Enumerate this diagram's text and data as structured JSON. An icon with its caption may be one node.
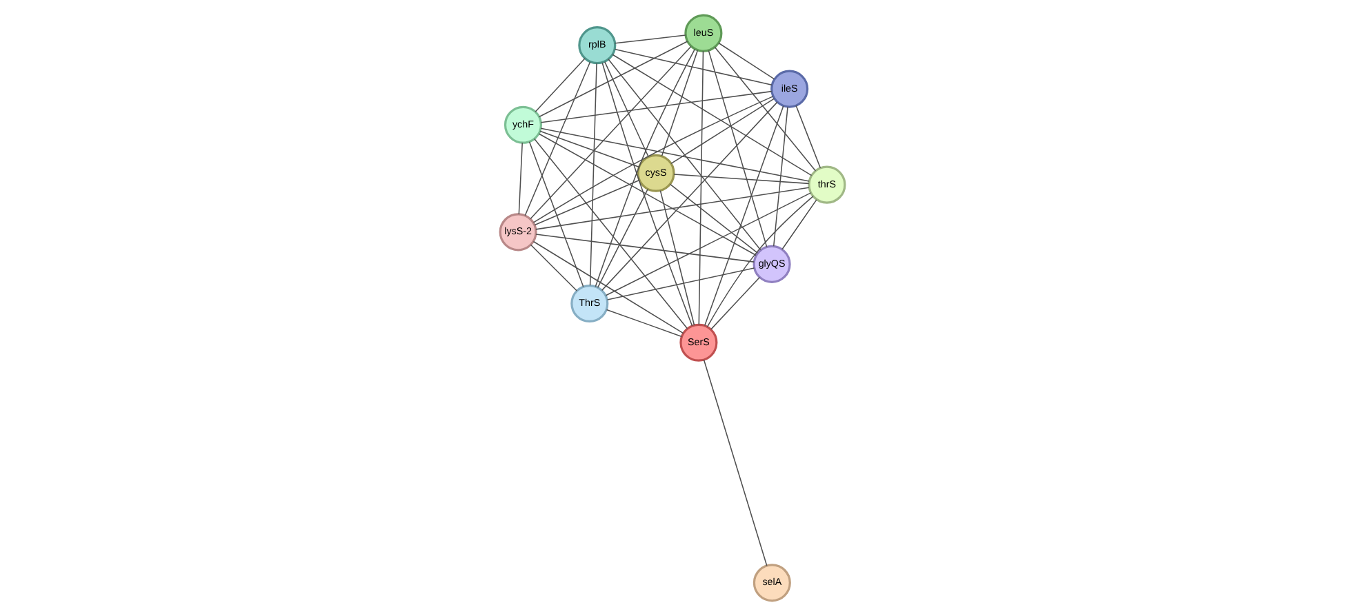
{
  "diagram": {
    "nodes": [
      {
        "text": [
          "ychF"
        ]
      },
      {
        "text": [
          "ileS"
        ]
      },
      {
        "text": [
          "ThrS"
        ]
      },
      {
        "text": [
          "rplB"
        ]
      },
      {
        "text": [
          "leuS"
        ]
      },
      {
        "text": [
          "cysS"
        ]
      },
      {
        "text": [
          "lysS-2"
        ]
      },
      {
        "text": [
          "thrS"
        ]
      },
      {
        "text": [
          "SerS"
        ]
      },
      {
        "text": [
          "glyQS"
        ]
      },
      {
        "text": [
          "selA"
        ]
      }
    ],
    "edges": [
      {
        "from": 0,
        "to": 1,
        "arrow": "none"
      },
      {
        "from": 0,
        "to": 2,
        "arrow": "none"
      },
      {
        "from": 0,
        "to": 3,
        "arrow": "none"
      },
      {
        "from": 0,
        "to": 4,
        "arrow": "none"
      },
      {
        "from": 0,
        "to": 5,
        "arrow": "none"
      },
      {
        "from": 0,
        "to": 6,
        "arrow": "none"
      },
      {
        "from": 0,
        "to": 7,
        "arrow": "none"
      },
      {
        "from": 0,
        "to": 8,
        "arrow": "none"
      },
      {
        "from": 0,
        "to": 9,
        "arrow": "none"
      },
      {
        "from": 1,
        "to": 2,
        "arrow": "none"
      },
      {
        "from": 1,
        "to": 3,
        "arrow": "none"
      },
      {
        "from": 1,
        "to": 4,
        "arrow": "none"
      },
      {
        "from": 1,
        "to": 5,
        "arrow": "none"
      },
      {
        "from": 1,
        "to": 6,
        "arrow": "none"
      },
      {
        "from": 1,
        "to": 7,
        "arrow": "none"
      },
      {
        "from": 1,
        "to": 8,
        "arrow": "none"
      },
      {
        "from": 1,
        "to": 9,
        "arrow": "none"
      },
      {
        "from": 2,
        "to": 3,
        "arrow": "none"
      },
      {
        "from": 2,
        "to": 4,
        "arrow": "none"
      },
      {
        "from": 2,
        "to": 5,
        "arrow": "none"
      },
      {
        "from": 2,
        "to": 6,
        "arrow": "none"
      },
      {
        "from": 2,
        "to": 7,
        "arrow": "none"
      },
      {
        "from": 2,
        "to": 8,
        "arrow": "none"
      },
      {
        "from": 2,
        "to": 9,
        "arrow": "none"
      },
      {
        "from": 3,
        "to": 4,
        "arrow": "none"
      },
      {
        "from": 3,
        "to": 5,
        "arrow": "none"
      },
      {
        "from": 3,
        "to": 6,
        "arrow": "none"
      },
      {
        "from": 3,
        "to": 7,
        "arrow": "none"
      },
      {
        "from": 3,
        "to": 8,
        "arrow": "none"
      },
      {
        "from": 3,
        "to": 9,
        "arrow": "none"
      },
      {
        "from": 4,
        "to": 5,
        "arrow": "none"
      },
      {
        "from": 4,
        "to": 6,
        "arrow": "none"
      },
      {
        "from": 4,
        "to": 7,
        "arrow": "none"
      },
      {
        "from": 4,
        "to": 8,
        "arrow": "none"
      },
      {
        "from": 4,
        "to": 9,
        "arrow": "none"
      },
      {
        "from": 5,
        "to": 6,
        "arrow": "none"
      },
      {
        "from": 5,
        "to": 7,
        "arrow": "none"
      },
      {
        "from": 5,
        "to": 8,
        "arrow": "none"
      },
      {
        "from": 5,
        "to": 9,
        "arrow": "none"
      },
      {
        "from": 6,
        "to": 7,
        "arrow": "none"
      },
      {
        "from": 6,
        "to": 8,
        "arrow": "none"
      },
      {
        "from": 6,
        "to": 9,
        "arrow": "none"
      },
      {
        "from": 7,
        "to": 8,
        "arrow": "none"
      },
      {
        "from": 7,
        "to": 9,
        "arrow": "none"
      },
      {
        "from": 8,
        "to": 9,
        "arrow": "none"
      },
      {
        "from": 8,
        "to": 10,
        "arrow": "none"
      }
    ]
  }
}
